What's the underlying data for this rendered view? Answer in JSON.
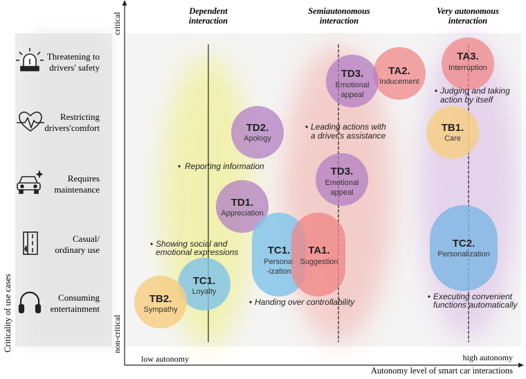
{
  "diagram": {
    "y_axis_title": "Criticality of use cases",
    "y_top_label": "critical",
    "y_bottom_label": "non-critical",
    "x_axis_title": "Autonomy level of smart car interactions",
    "x_left_label": "low autonomy",
    "x_right_label": "high autonomy",
    "columns": [
      {
        "id": "dependent",
        "line1": "Dependent",
        "line2": "interaction",
        "color": "#f1f08a"
      },
      {
        "id": "semi",
        "line1": "Semiautonomous",
        "line2": "interaction",
        "color": "#f3b7b0"
      },
      {
        "id": "very",
        "line1": "Very autonomous",
        "line2": "interaction",
        "color": "#e3c6ea"
      }
    ],
    "rows": [
      {
        "id": "safety",
        "line1": "Threatening to",
        "line2": "drivers' safety",
        "icon": "siren-icon"
      },
      {
        "id": "comfort",
        "line1": "Restricting",
        "line2": "drivers'comfort",
        "icon": "heartbeat-icon"
      },
      {
        "id": "maintenance",
        "line1": "Requires",
        "line2": "maintenance",
        "icon": "car-sparkle-icon"
      },
      {
        "id": "casual",
        "line1": "Casual/",
        "line2": "ordinary use",
        "icon": "road-icon"
      },
      {
        "id": "entertainment",
        "line1": "Consuming",
        "line2": "entertainment",
        "icon": "headphones-icon"
      }
    ],
    "nodes": [
      {
        "code": "TA3.",
        "label": "Interruption",
        "color": "#f08888",
        "opacity": 0.75
      },
      {
        "code": "TA2.",
        "label": "Inducement",
        "color": "#f08888",
        "opacity": 0.75
      },
      {
        "code": "TD3.",
        "label": "Emotional\nappeal",
        "color": "#b07cc4",
        "opacity": 0.72
      },
      {
        "code": "TD2.",
        "label": "Apology",
        "color": "#b07cc4",
        "opacity": 0.72
      },
      {
        "code": "TB1.",
        "label": "Care",
        "color": "#f6cf86",
        "opacity": 0.85
      },
      {
        "code": "TD3.",
        "label": "Emotional\nappeal",
        "color": "#b07cc4",
        "opacity": 0.72
      },
      {
        "code": "TD1.",
        "label": "Appreciation",
        "color": "#b07cc4",
        "opacity": 0.72
      },
      {
        "code": "TC1.",
        "label": "Personal\n-ization",
        "color": "#7ec3ea",
        "opacity": 0.8
      },
      {
        "code": "TA1.",
        "label": "Suggestion",
        "color": "#f08888",
        "opacity": 0.78
      },
      {
        "code": "TC2.",
        "label": "Personalization",
        "color": "#7eb7e4",
        "opacity": 0.82
      },
      {
        "code": "TC1.",
        "label": "Loyalty",
        "color": "#7ec3ea",
        "opacity": 0.8
      },
      {
        "code": "TB2.",
        "label": "Sympathy",
        "color": "#f6cf86",
        "opacity": 0.85
      }
    ],
    "annotations": [
      {
        "text": "Judging and taking\naction by itself"
      },
      {
        "text": "Leading actions with\na driver's assistance"
      },
      {
        "text": "Reporting information"
      },
      {
        "text": "Showing social and\nemotional expressions"
      },
      {
        "text": "Handing over controllability"
      },
      {
        "text": "Executing convenient\nfunctions automatically"
      }
    ]
  }
}
